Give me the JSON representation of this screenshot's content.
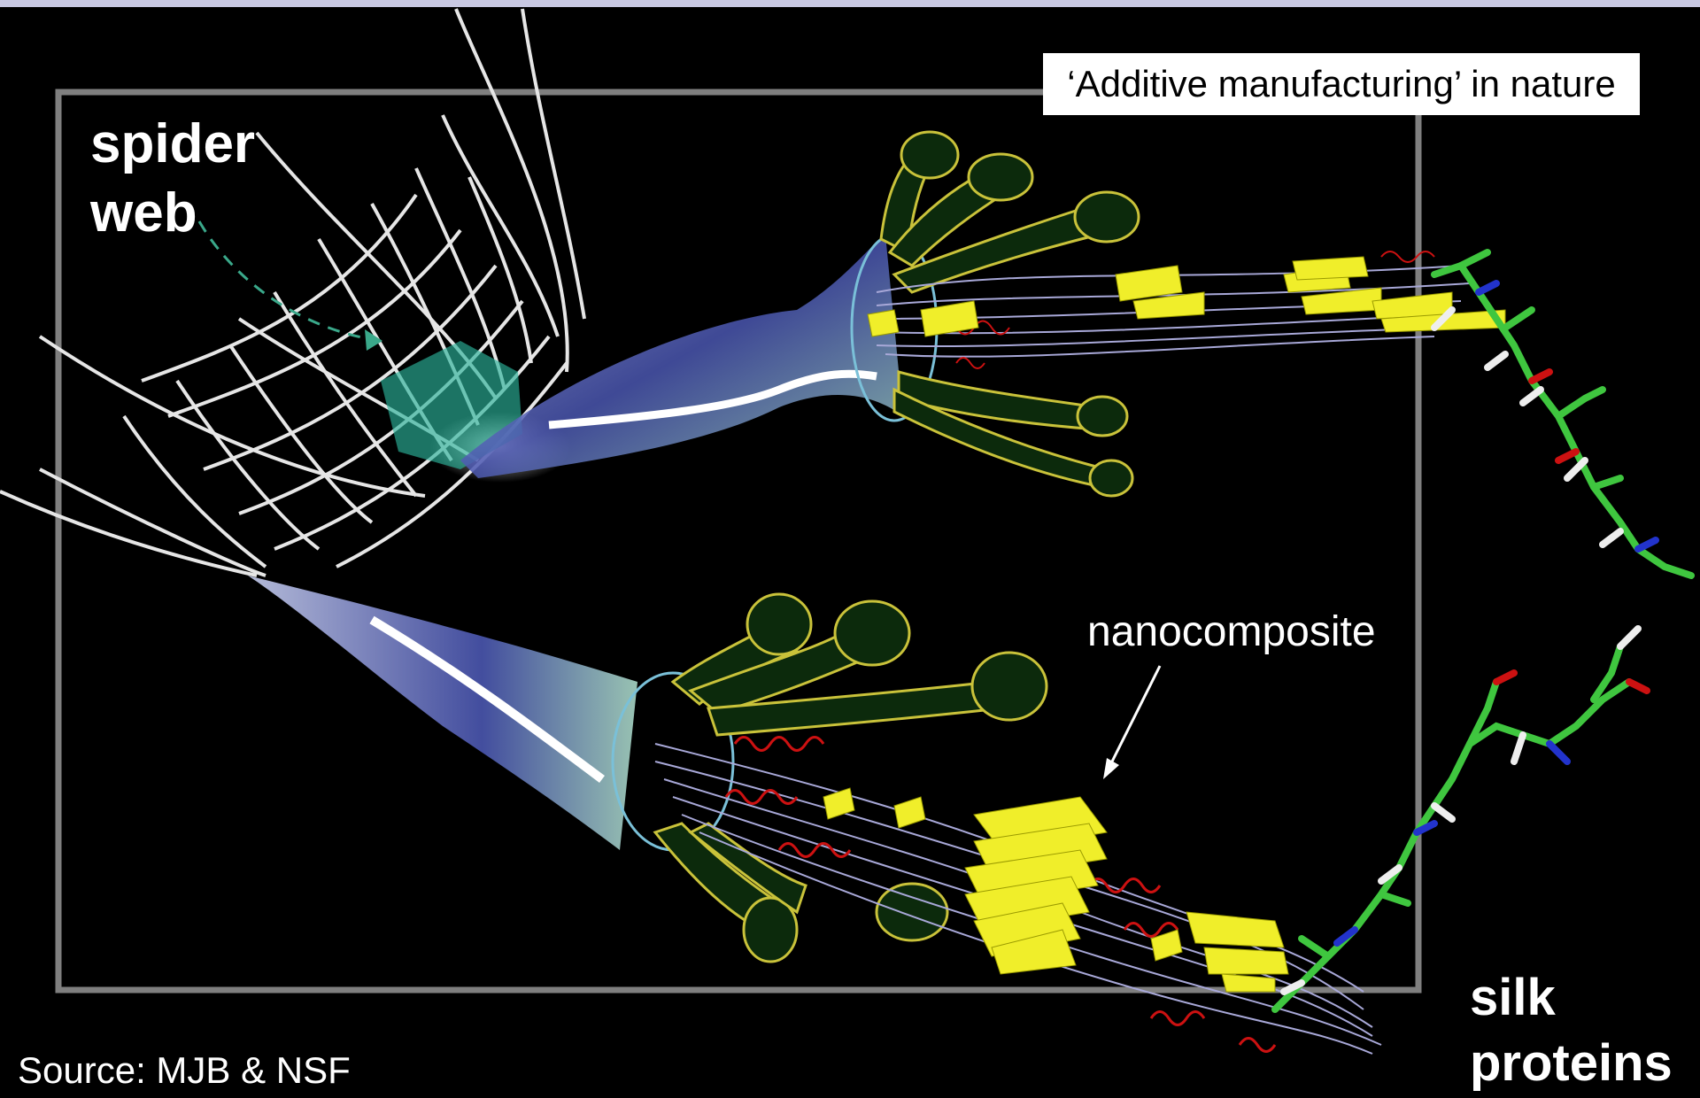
{
  "title": "‘Additive manufacturing’ in nature",
  "labels": {
    "spider": "spider",
    "web": "web",
    "nanocomposite": "nanocomposite",
    "silk": "silk",
    "proteins": "proteins"
  },
  "source": "Source: MJB & NSF",
  "colors": {
    "background": "#000000",
    "frame": "#7f7f7f",
    "web": "#e6e6e6",
    "fiber_fill": "#4f5fb8",
    "fibril_outline": "#c9c23a",
    "beta_sheet": "#f0ee2a",
    "coil_red": "#cc1111",
    "coil_lavender": "#a8a8d8",
    "molecule_carbon": "#3fc63f"
  }
}
